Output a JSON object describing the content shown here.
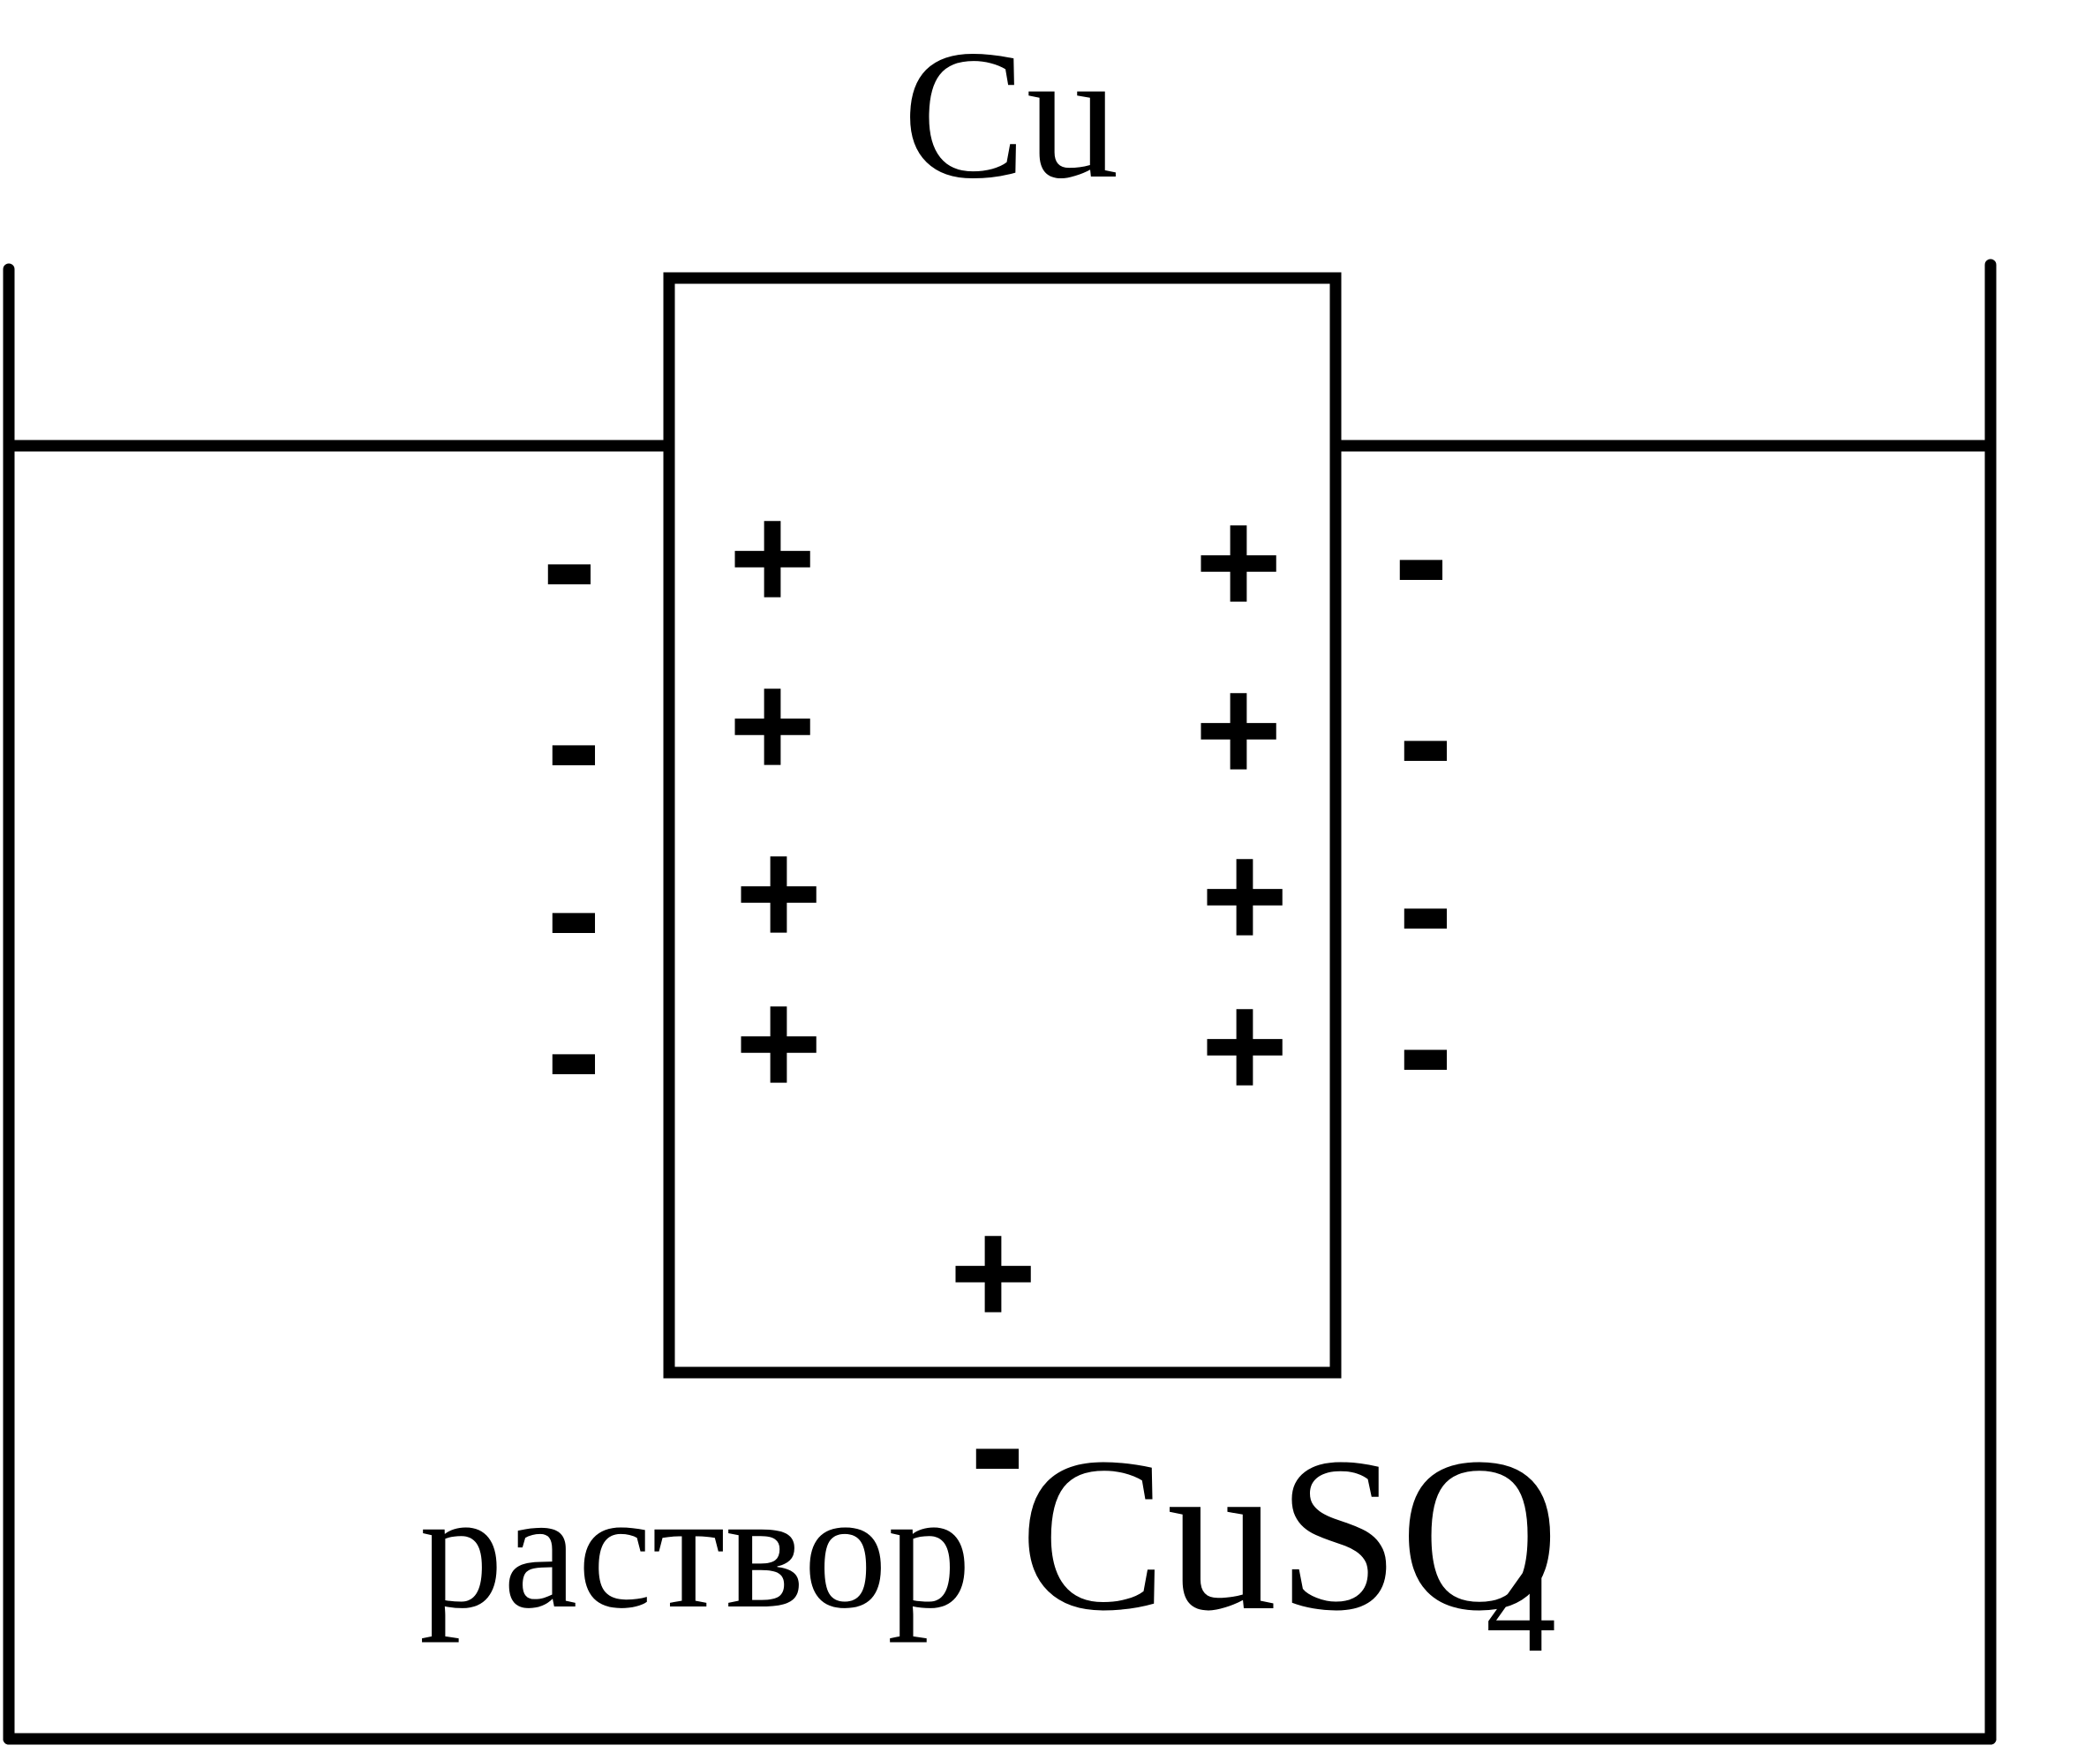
{
  "labels": {
    "electrode": "Cu",
    "solution_word": "раствор",
    "solution_formula": "CuSO",
    "solution_subscript": "4"
  },
  "charges": {
    "positive": "+",
    "negative": "-"
  },
  "colors": {
    "ink": "#000000",
    "background": "#ffffff"
  }
}
